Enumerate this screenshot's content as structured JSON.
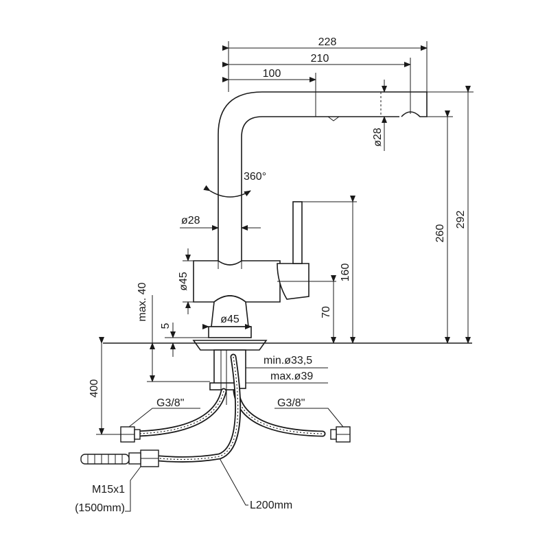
{
  "dimensions": {
    "overall_reach": "228",
    "spout_reach": "210",
    "lever_reach": "100",
    "spout_diameter": "ø28",
    "rotation": "360°",
    "pipe_diameter": "ø28",
    "body_diameter": "ø45",
    "base_diameter": "ø45",
    "max_deck_thickness": "max. 40",
    "base_thickness": "5",
    "lever_height": "160",
    "body_height": "70",
    "outlet_height": "260",
    "total_height": "292",
    "hose_length_short": "400",
    "min_hole": "min.ø33,5",
    "max_hole": "max.ø39"
  },
  "connections": {
    "left_thread": "G3/8\"",
    "right_thread": "G3/8\"",
    "shower_thread": "M15x1",
    "shower_hose_length": "(1500mm)",
    "flex_length": "L200mm"
  }
}
